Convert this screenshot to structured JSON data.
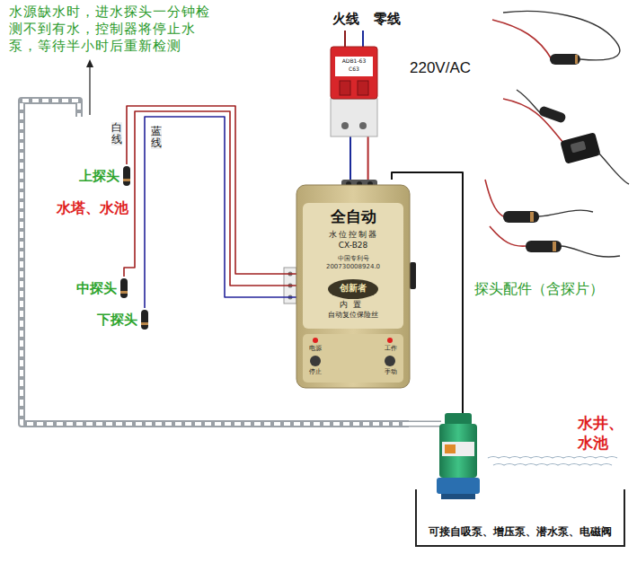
{
  "diagram": {
    "nodes": [
      {
        "text": [
          "水塔、水池"
        ]
      },
      {
        "text": [
          "上探头"
        ],
        "in": 0
      },
      {
        "text": [
          "中探头"
        ],
        "in": 0
      },
      {
        "text": [
          "下探头"
        ],
        "in": 0
      },
      {
        "text": [
          "ADB1-63",
          "C63"
        ]
      },
      {
        "text": [
          "全自动",
          "水位控制器",
          "CX-B28",
          "中国专利号",
          "200730008924.0",
          "创新者",
          "内置",
          "自动复位保险丝",
          "电源",
          "工作",
          "停止",
          "手动"
        ]
      },
      {
        "text": [
          "水井、水池",
          "可接自吸泵、增压泵、潜水泵、电磁阀"
        ]
      }
    ],
    "edges": [
      {
        "from": 4,
        "to": 5,
        "arrow": "none"
      },
      {
        "from": 5,
        "to": 1,
        "arrow": "none"
      },
      {
        "from": 5,
        "to": 2,
        "arrow": "none"
      },
      {
        "from": 5,
        "to": 3,
        "arrow": "none"
      },
      {
        "from": 5,
        "to": 6,
        "arrow": "none"
      },
      {
        "from": 6,
        "to": 0,
        "arrow": "none"
      }
    ],
    "labels": [
      "水源缺水时，进水探头一分钟检测不到有水，控制器将停止水泵，等待半小时后重新检测",
      "火线",
      "零线",
      "220V/AC",
      "白线",
      "蓝线",
      "探头配件（含探片）"
    ]
  }
}
